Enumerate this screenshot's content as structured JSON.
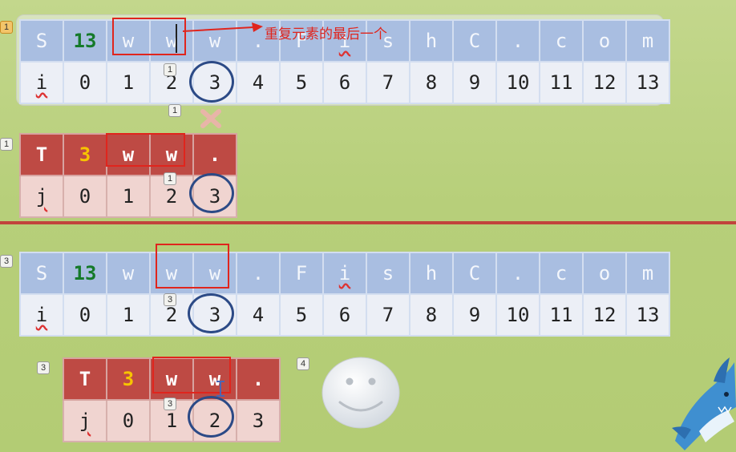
{
  "top": {
    "badge": "1",
    "s_row": [
      "S",
      "13",
      "w",
      "w",
      "w",
      ".",
      "F",
      "i",
      "s",
      "h",
      "C",
      ".",
      "c",
      "o",
      "m"
    ],
    "i_row": [
      "i",
      "0",
      "1",
      "2",
      "3",
      "4",
      "5",
      "6",
      "7",
      "8",
      "9",
      "10",
      "11",
      "12",
      "13"
    ],
    "annotation": "重复元素的最后一个",
    "cell_badge": "1",
    "below_badge": "1",
    "t_row": [
      "T",
      "3",
      "w",
      "w",
      "."
    ],
    "j_row": [
      "j",
      "0",
      "1",
      "2",
      "3"
    ],
    "t_badge": "1",
    "t_cell_badge": "1"
  },
  "bottom": {
    "badge": "3",
    "s_row": [
      "S",
      "13",
      "w",
      "w",
      "w",
      ".",
      "F",
      "i",
      "s",
      "h",
      "C",
      ".",
      "c",
      "o",
      "m"
    ],
    "i_row": [
      "i",
      "0",
      "1",
      "2",
      "3",
      "4",
      "5",
      "6",
      "7",
      "8",
      "9",
      "10",
      "11",
      "12",
      "13"
    ],
    "cell_badge": "3",
    "t_badge": "3",
    "t_row": [
      "T",
      "3",
      "w",
      "w",
      "."
    ],
    "j_row": [
      "j",
      "0",
      "1",
      "2",
      "3"
    ],
    "t_cell_badge": "3",
    "smiley_badge": "4"
  },
  "colors": {
    "accent_red": "#e0251d",
    "circle_blue": "#2c4a86",
    "s_row_bg": "#a9bee1",
    "t_row_bg": "#be4a44"
  }
}
